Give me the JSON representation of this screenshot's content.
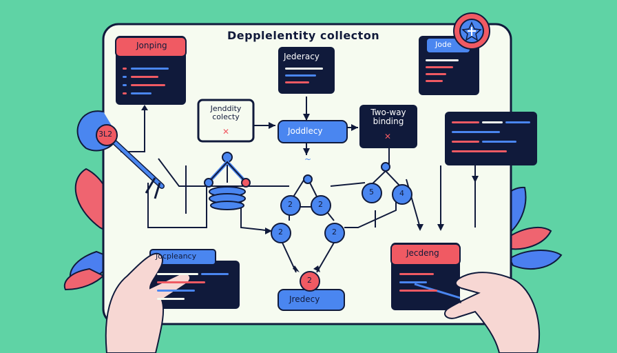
{
  "colors": {
    "background": "#5fd3a5",
    "paper": "#f6fbf0",
    "ink": "#101a3b",
    "accent_red": "#f05a63",
    "accent_blue": "#4a86f0",
    "leaf_red": "#ef6470",
    "leaf_blue": "#4b7ff0"
  },
  "diagram": {
    "title": "Depplelentity collecton",
    "cards": {
      "top_left": "Jonping",
      "top_center": "Jederacy",
      "top_right": "Jode",
      "mid_left": "Jenddity colecty",
      "mid_center": "Joddlecy",
      "mid_right": "Two-way binding",
      "bottom_left": "Jocpleancy",
      "bottom_center": "Jredecy",
      "bottom_right": "Jecdeng"
    },
    "badges": {
      "key_badge": "3L2",
      "node_left_a": "2",
      "node_left_b": "2",
      "node_mid_a": "2",
      "node_mid_b": "2",
      "node_bottom": "2",
      "node_right_a": "5",
      "node_right_b": "4"
    },
    "icons": [
      "star-badge-icon",
      "key-icon",
      "clamp-icon",
      "hand-icon",
      "leaf-icon",
      "x-mark-icon"
    ]
  }
}
